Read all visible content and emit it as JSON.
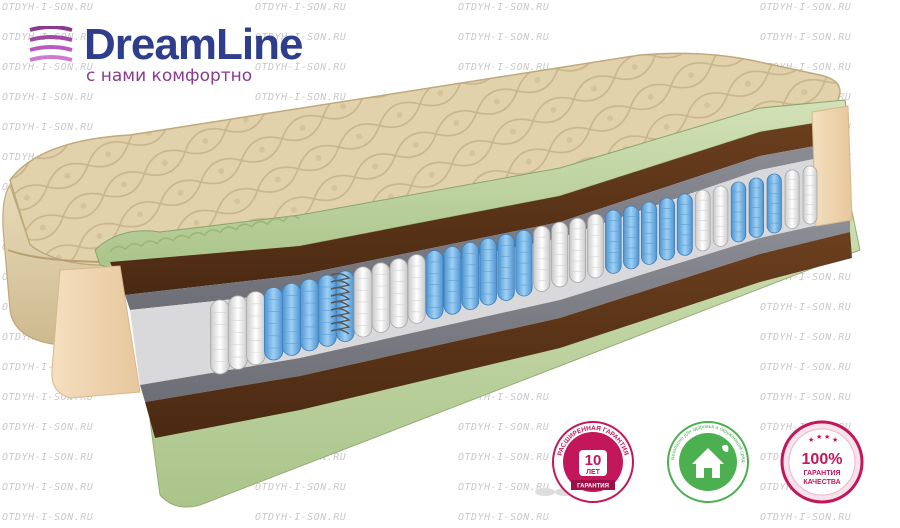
{
  "brand": {
    "name": "DreamLine",
    "tagline": "с нами комфортно"
  },
  "watermark": "OTDYH-I-SON.RU",
  "badges": {
    "warranty": {
      "ring_text": "РАСШИРЕННАЯ ГАРАНТИЯ",
      "number": "10",
      "unit": "ЛЕТ",
      "ribbon": "ГАРАНТИЯ",
      "color": "#c2185b"
    },
    "eco": {
      "ring_text": "Безопасно для здоровья и окружающей среды",
      "color": "#4caf50"
    },
    "quality": {
      "percent": "100%",
      "line1": "ГАРАНТИЯ",
      "line2": "КАЧЕСТВА",
      "color": "#c2185b"
    }
  },
  "colors": {
    "brand_blue": "#2f3e8c",
    "tagline_purple": "#8a3a8f",
    "cover_beige": "#e2d2ac",
    "coir_brown": "#5c3418",
    "latex_green": "#c6d7a8",
    "foam_peach": "#f0d7b4",
    "spring_blue": "#6fb0e3"
  }
}
